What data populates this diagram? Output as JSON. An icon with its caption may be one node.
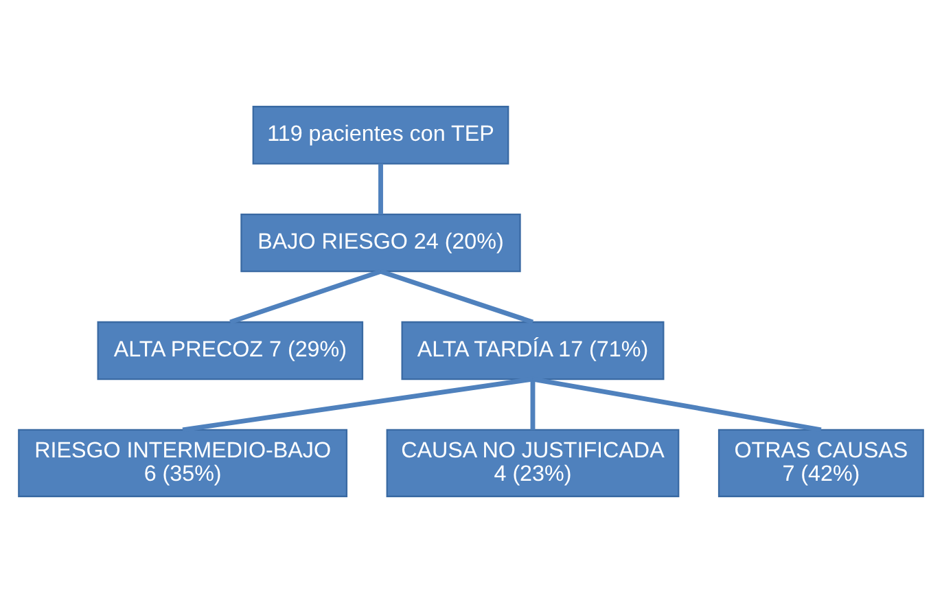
{
  "diagram": {
    "nodes": [
      {
        "text": [
          "119 pacientes con TEP"
        ]
      },
      {
        "text": [
          "BAJO RIESGO 24 (20%)"
        ]
      },
      {
        "text": [
          "ALTA PRECOZ 7 (29%)"
        ]
      },
      {
        "text": [
          "ALTA TARDÍA 17 (71%)"
        ]
      },
      {
        "text": [
          "RIESGO INTERMEDIO-BAJO 6 (35%)"
        ]
      },
      {
        "text": [
          "CAUSA NO JUSTIFICADA 4 (23%)"
        ]
      },
      {
        "text": [
          "OTRAS CAUSAS 7 (42%)"
        ]
      }
    ],
    "edges": [
      {
        "from": 0,
        "to": 1,
        "arrow": "none"
      },
      {
        "from": 1,
        "to": 2,
        "arrow": "none"
      },
      {
        "from": 1,
        "to": 3,
        "arrow": "none"
      },
      {
        "from": 3,
        "to": 4,
        "arrow": "none"
      },
      {
        "from": 3,
        "to": 5,
        "arrow": "none"
      },
      {
        "from": 3,
        "to": 6,
        "arrow": "none"
      }
    ]
  }
}
